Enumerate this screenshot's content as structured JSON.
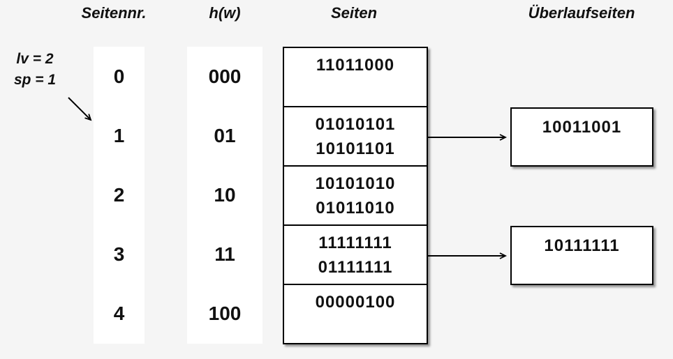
{
  "colors": {
    "background": "#f5f5f5",
    "box_fill": "#ffffff",
    "line": "#000000"
  },
  "headers": {
    "page_number": "Seitennr.",
    "hash_function": "h(w)",
    "pages": "Seiten",
    "overflow_pages": "Überlaufseiten"
  },
  "annotation": {
    "level": "lv = 2",
    "split_pointer": "sp = 1"
  },
  "table": {
    "rows": [
      {
        "nr": "0",
        "h": "000",
        "entries": [
          "11011000"
        ]
      },
      {
        "nr": "1",
        "h": "01",
        "entries": [
          "01010101",
          "10101101"
        ],
        "overflow": "10011001"
      },
      {
        "nr": "2",
        "h": "10",
        "entries": [
          "10101010",
          "01011010"
        ]
      },
      {
        "nr": "3",
        "h": "11",
        "entries": [
          "11111111",
          "01111111"
        ],
        "overflow": "10111111"
      },
      {
        "nr": "4",
        "h": "100",
        "entries": [
          "00000100"
        ]
      }
    ]
  }
}
